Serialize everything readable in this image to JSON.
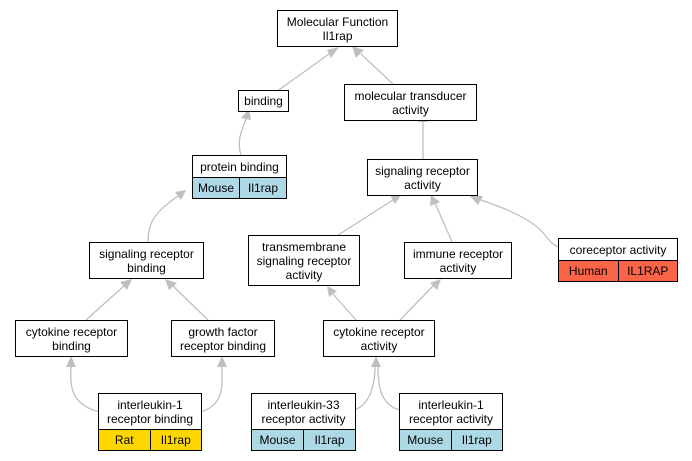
{
  "nodes": {
    "root": {
      "line1": "Molecular Function",
      "line2": "Il1rap"
    },
    "binding": "binding",
    "mol_transducer": "molecular transducer\nactivity",
    "protein_binding": "protein binding",
    "signaling_receptor_activity": "signaling receptor\nactivity",
    "signaling_receptor_binding": "signaling receptor\nbinding",
    "transmembrane": "transmembrane\nsignaling receptor\nactivity",
    "immune_receptor": "immune receptor\nactivity",
    "coreceptor": "coreceptor activity",
    "cytokine_receptor_binding": "cytokine receptor\nbinding",
    "growth_factor": "growth factor\nreceptor binding",
    "cytokine_receptor_activity": "cytokine receptor\nactivity",
    "il1_binding": "interleukin-1\nreceptor binding",
    "il33_activity": "interleukin-33\nreceptor activity",
    "il1_activity": "interleukin-1\nreceptor activity"
  },
  "annotations": {
    "protein_binding": {
      "species": "Mouse",
      "gene": "Il1rap",
      "color": "#add8e6"
    },
    "coreceptor": {
      "species": "Human",
      "gene": "IL1RAP",
      "color": "#fa6448"
    },
    "il1_binding": {
      "species": "Rat",
      "gene": "Il1rap",
      "color": "#ffd700"
    },
    "il33_activity": {
      "species": "Mouse",
      "gene": "Il1rap",
      "color": "#add8e6"
    },
    "il1_activity": {
      "species": "Mouse",
      "gene": "Il1rap",
      "color": "#add8e6"
    }
  },
  "colors": {
    "edge": "#bfbfbf",
    "border": "#000000"
  }
}
